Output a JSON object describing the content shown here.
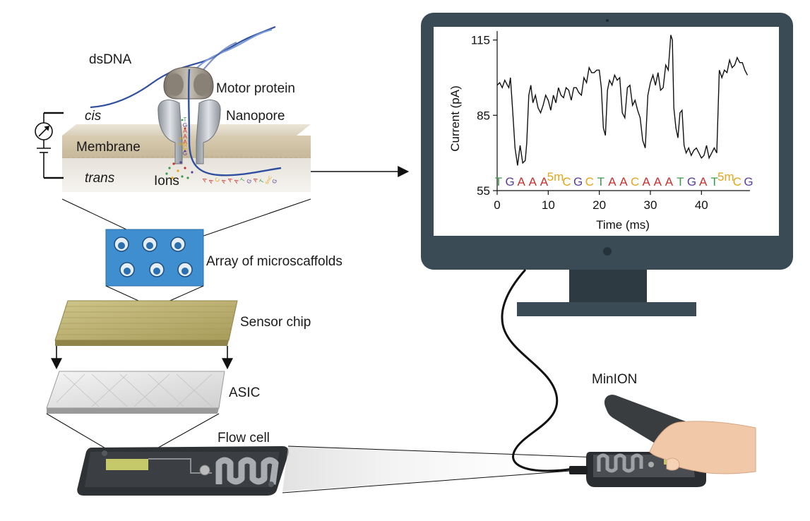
{
  "labels": {
    "dsdna": "dsDNA",
    "motor_protein": "Motor protein",
    "nanopore": "Nanopore",
    "cis": "cis",
    "membrane": "Membrane",
    "trans": "trans",
    "ions": "Ions",
    "array": "Array of microscaffolds",
    "sensor_chip": "Sensor chip",
    "asic": "ASIC",
    "flow_cell": "Flow cell",
    "minion": "MinION"
  },
  "pore_strand_letters": [
    "T",
    "G",
    "A",
    "A",
    "A",
    "C",
    "G"
  ],
  "pore_strand_modification": "5mC",
  "trans_strand_letters": [
    "A",
    "A",
    "C",
    "A",
    "A",
    "A",
    "T",
    "G",
    "A",
    "T",
    "5mC",
    "G"
  ],
  "colors": {
    "A": "#c8302d",
    "C": "#e3a51c",
    "G": "#5a3f9a",
    "T": "#3d9a4c",
    "dna": "#2f4fa0",
    "monitor": "#3b4b55",
    "screen": "#ffffff",
    "membrane": "#d6ccb6",
    "chip": "#b8ad6e",
    "array": "#3e8ed0",
    "flowcell": "#2f3235"
  },
  "chart_data": {
    "type": "line",
    "xlabel": "Time (ms)",
    "ylabel": "Current (pA)",
    "xlim": [
      0,
      49.5
    ],
    "ylim": [
      55,
      118
    ],
    "xticks": [
      0,
      10,
      20,
      30,
      40
    ],
    "yticks": [
      55,
      85,
      115
    ],
    "series": [
      {
        "x": [
          0,
          0.5,
          1,
          1.5,
          2,
          2.3,
          2.6,
          3,
          3.5,
          4,
          4.5,
          5,
          5.5,
          5.8,
          6.2,
          6.6,
          7,
          7.5,
          8,
          8.5,
          9,
          9.5,
          10,
          10.5,
          11,
          11.5,
          12,
          12.5,
          13,
          13.5,
          14,
          14.5,
          15,
          15.5,
          16,
          16.5,
          17,
          17.5,
          18,
          18.5,
          19,
          19.5,
          20,
          20.4,
          20.8,
          21.2,
          21.6,
          22,
          22.5,
          23,
          23.5,
          24,
          24.5,
          25,
          25.5,
          26,
          26.5,
          27,
          27.5,
          28,
          28.5,
          29,
          29.5,
          30,
          30.5,
          31,
          31.5,
          32,
          32.5,
          33,
          33.5,
          34,
          34.3,
          34.6,
          35,
          35.4,
          35.8,
          36.2,
          36.6,
          37,
          37.5,
          38,
          38.5,
          39,
          39.5,
          40,
          40.5,
          41,
          41.5,
          42,
          42.5,
          43,
          43.5,
          44,
          44.5,
          45,
          45.5,
          46,
          46.5,
          47,
          47.5,
          48,
          48.5,
          49
        ],
        "y": [
          97,
          98,
          96,
          99,
          97,
          96,
          100,
          88,
          72,
          65,
          73,
          66,
          67,
          74,
          93,
          97,
          90,
          93,
          88,
          86,
          89,
          93,
          91,
          87,
          93,
          90,
          96,
          93,
          92,
          96,
          95,
          91,
          96,
          96,
          94,
          93,
          100,
          98,
          104,
          102,
          102,
          103,
          103,
          96,
          80,
          77,
          95,
          99,
          97,
          101,
          99,
          100,
          86,
          84,
          96,
          97,
          89,
          91,
          87,
          84,
          75,
          72,
          93,
          98,
          101,
          97,
          102,
          95,
          96,
          105,
          103,
          117,
          115,
          88,
          80,
          76,
          86,
          87,
          73,
          70,
          72,
          69,
          71,
          72,
          70,
          68,
          69,
          73,
          68,
          70,
          72,
          70,
          103,
          100,
          103,
          102,
          107,
          104,
          105,
          108,
          106,
          106,
          103,
          101
        ]
      }
    ],
    "base_sequence": [
      {
        "t": "T",
        "k": "T"
      },
      {
        "t": "G",
        "k": "G"
      },
      {
        "t": "A",
        "k": "A"
      },
      {
        "t": "A",
        "k": "A"
      },
      {
        "t": "A",
        "k": "A"
      },
      {
        "t": "5m",
        "k": "C",
        "sup": true
      },
      {
        "t": "C",
        "k": "C"
      },
      {
        "t": "G",
        "k": "G"
      },
      {
        "t": "C",
        "k": "C"
      },
      {
        "t": "T",
        "k": "T"
      },
      {
        "t": "A",
        "k": "A"
      },
      {
        "t": "A",
        "k": "A"
      },
      {
        "t": "C",
        "k": "C"
      },
      {
        "t": "A",
        "k": "A"
      },
      {
        "t": "A",
        "k": "A"
      },
      {
        "t": "A",
        "k": "A"
      },
      {
        "t": "T",
        "k": "T"
      },
      {
        "t": "G",
        "k": "G"
      },
      {
        "t": "A",
        "k": "A"
      },
      {
        "t": "T",
        "k": "T"
      },
      {
        "t": "5m",
        "k": "C",
        "sup": true
      },
      {
        "t": "C",
        "k": "C"
      },
      {
        "t": "G",
        "k": "G"
      }
    ]
  }
}
